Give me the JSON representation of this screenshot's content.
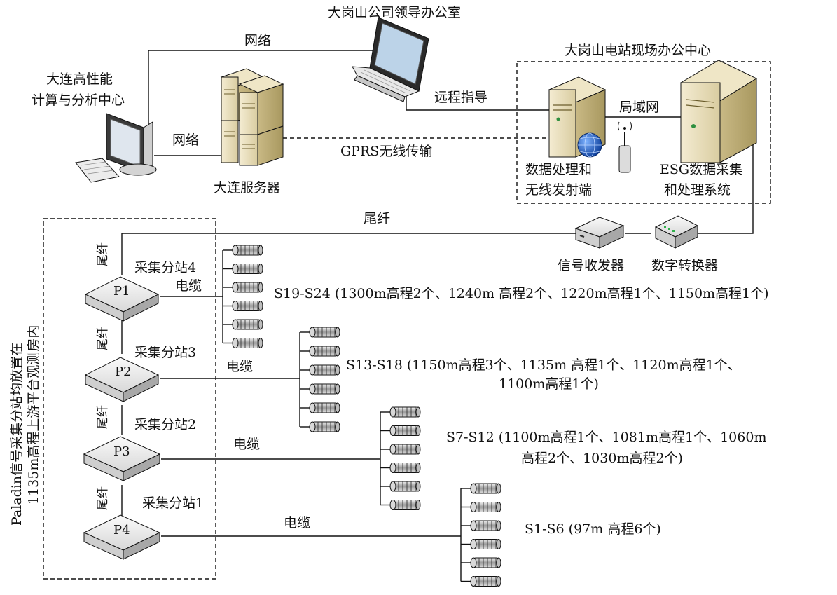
{
  "locations": {
    "leader_office": "大岗山公司领导办公室",
    "site_office": "大岗山电站现场办公中心",
    "dalian_center_line1": "大连高性能",
    "dalian_center_line2": "计算与分析中心",
    "dalian_server": "大连服务器",
    "data_proc_line1": "数据处理和",
    "data_proc_line2": "无线发射端",
    "esg_line1": "ESG数据采集",
    "esg_line2": "和处理系统"
  },
  "links": {
    "network_top": "网络",
    "network_mid": "网络",
    "remote_guidance": "远程指导",
    "lan": "局域网",
    "gprs": "GPRS无线传输",
    "pigtail_top": "尾纤"
  },
  "devices": {
    "transceiver": "信号收发器",
    "converter": "数字转换器"
  },
  "vertical_note_line1": "Paladin信号采集分站均放置在",
  "vertical_note_line2": "1135m高程上游平台观测房内",
  "substations": [
    {
      "node": "P1",
      "station": "采集分站4",
      "pigtail": "尾纤",
      "cable": "电缆",
      "group_line1": "S19-S24 (1300m高程2个、1240m 高程2个、1220m高程1个、1150m高程1个)",
      "group_line2": ""
    },
    {
      "node": "P2",
      "station": "采集分站3",
      "pigtail": "尾纤",
      "cable": "电缆",
      "group_line1": "S13-S18 (1150m高程3个、1135m 高程1个、1120m高程1个、",
      "group_line2": "1100m高程1个)"
    },
    {
      "node": "P3",
      "station": "采集分站2",
      "pigtail": "尾纤",
      "cable": "电缆",
      "group_line1": "S7-S12 (1100m高程1个、1081m高程1个、1060m",
      "group_line2": "高程2个、1030m高程2个)"
    },
    {
      "node": "P4",
      "station": "采集分站1",
      "pigtail": "尾纤",
      "cable": "电缆",
      "group_line1": "S1-S6 (97m 高程6个)",
      "group_line2": ""
    }
  ]
}
